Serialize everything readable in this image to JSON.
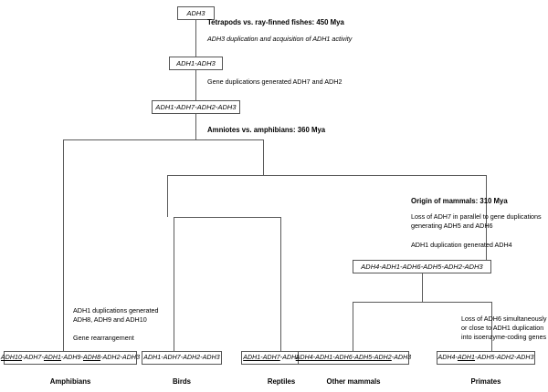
{
  "figure": {
    "type": "phylogenetic-tree-diagram",
    "title_present": false
  },
  "nodes": {
    "root": "ADH3",
    "n2": "ADH1-ADH3",
    "n3": "ADH1-ADH7-ADH2-ADH3",
    "n4": "ADH4-ADH1-ADH6-ADH5-ADH2-ADH3"
  },
  "events": {
    "e1_heading": "Tetrapods vs. ray-finned fishes: 450 Mya",
    "e1_detail": "ADH3 duplication and acquisition of ADH1 activity",
    "e2_detail": "Gene duplications generated ADH7 and ADH2",
    "e3_heading": "Amniotes vs. amphibians: 360 Mya",
    "e4_heading": "Origin of mammals: 310 Mya",
    "e4_detail_l1": "Loss of ADH7 in parallel to gene duplications",
    "e4_detail_l2": "generating ADH5 and ADH6",
    "e4_detail2": "ADH1 duplication generated ADH4",
    "e5_detail_l1": "ADH1 duplications generated",
    "e5_detail_l2": "ADH8, ADH9 and ADH10",
    "e5_detail2": "Gene rearrangement",
    "e6_detail_l1": "Loss of ADH6 simultaneously",
    "e6_detail_l2": "or close to ADH1 duplication",
    "e6_detail_l3": "into isoenzyme-coding genes"
  },
  "terminals": [
    {
      "taxon": "Amphibians",
      "genes_text": "ADH10-ADH7-ADH1-ADH9-ADH8-ADH2-ADH3",
      "genes": [
        {
          "name": "ADH10",
          "underlined": true
        },
        {
          "name": "ADH7",
          "underlined": false
        },
        {
          "name": "ADH1",
          "underlined": true
        },
        {
          "name": "ADH9",
          "underlined": false
        },
        {
          "name": "ADH8",
          "underlined": true
        },
        {
          "name": "ADH2",
          "underlined": false
        },
        {
          "name": "ADH3",
          "underlined": false
        }
      ]
    },
    {
      "taxon": "Birds",
      "genes_text": "ADH1-ADH7-ADH2-ADH3",
      "genes": [
        {
          "name": "ADH1",
          "underlined": false
        },
        {
          "name": "ADH7",
          "underlined": false
        },
        {
          "name": "ADH2",
          "underlined": false
        },
        {
          "name": "ADH3",
          "underlined": false
        }
      ]
    },
    {
      "taxon": "Reptiles",
      "genes_text": "ADH1-ADH7-ADH2-ADH3",
      "genes": [
        {
          "name": "ADH1",
          "underlined": true
        },
        {
          "name": "ADH7",
          "underlined": true
        },
        {
          "name": "ADH2",
          "underlined": false
        },
        {
          "name": "ADH3",
          "underlined": false
        }
      ]
    },
    {
      "taxon": "Other mammals",
      "genes_text": "ADH4-ADH1-ADH6-ADH5-ADH2-ADH3",
      "genes": [
        {
          "name": "ADH4",
          "underlined": true
        },
        {
          "name": "ADH1",
          "underlined": true
        },
        {
          "name": "ADH6",
          "underlined": true
        },
        {
          "name": "ADH5",
          "underlined": true
        },
        {
          "name": "ADH2",
          "underlined": true
        },
        {
          "name": "ADH3",
          "underlined": false
        }
      ]
    },
    {
      "taxon": "Primates",
      "genes_text": "ADH4-ADH1-ADH5-ADH2-ADH3",
      "genes": [
        {
          "name": "ADH4",
          "underlined": false
        },
        {
          "name": "ADH1",
          "underlined": true
        },
        {
          "name": "ADH5",
          "underlined": false
        },
        {
          "name": "ADH2",
          "underlined": false
        },
        {
          "name": "ADH3",
          "underlined": false
        }
      ]
    }
  ],
  "colors": {
    "line": "#5a5a5a",
    "box_border": "#555555",
    "text": "#000000",
    "background": "#ffffff"
  }
}
